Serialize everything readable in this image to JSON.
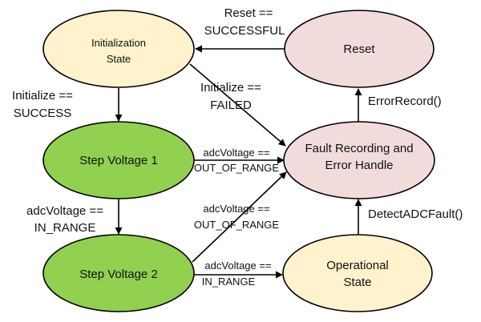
{
  "diagram": {
    "type": "state-machine",
    "colors": {
      "init_fill": "#FFF2CC",
      "voltage_fill": "#92D050",
      "fault_fill": "#F2DCDB",
      "stroke": "#000000"
    },
    "nodes": {
      "init": {
        "line1": "Initialization",
        "line2": "State"
      },
      "reset": {
        "line1": "Reset"
      },
      "step1": {
        "line1": "Step Voltage 1"
      },
      "fault": {
        "line1": "Fault Recording and",
        "line2": "Error Handle"
      },
      "step2": {
        "line1": "Step Voltage 2"
      },
      "operational": {
        "line1": "Operational",
        "line2": "State"
      }
    },
    "edges": {
      "reset_to_init": {
        "line1": "Reset ==",
        "line2": "SUCCESSFUL"
      },
      "init_to_step1": {
        "line1": "Initialize ==",
        "line2": "SUCCESS"
      },
      "init_to_fault": {
        "line1": "Initialize ==",
        "line2": "FAILED"
      },
      "fault_to_reset": {
        "line1": "ErrorRecord()"
      },
      "step1_to_fault": {
        "line1": "adcVoltage ==",
        "line2": "OUT_OF_RANGE"
      },
      "step1_to_step2": {
        "line1": "adcVoltage ==",
        "line2": "IN_RANGE"
      },
      "step2_to_fault": {
        "line1": "adcVoltage ==",
        "line2": "OUT_OF_RANGE"
      },
      "step2_to_operational": {
        "line1": "adcVoltage ==",
        "line2": "IN_RANGE"
      },
      "operational_to_fault": {
        "line1": "DetectADCFault()"
      }
    }
  }
}
